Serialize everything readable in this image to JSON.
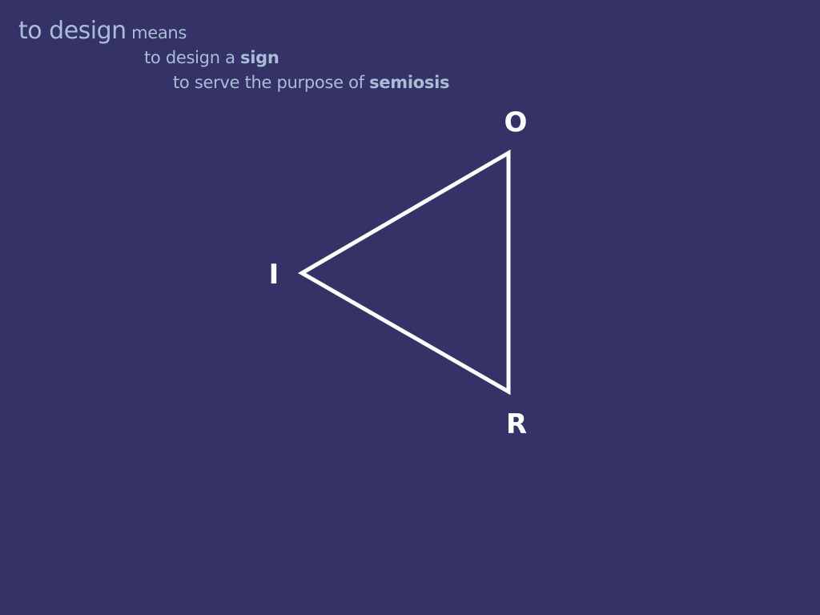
{
  "heading": {
    "line1": {
      "emphasis": "to design",
      "rest": " means"
    },
    "line2": {
      "text": "to design a ",
      "bold": "sign"
    },
    "line3": {
      "text": "to serve the purpose of ",
      "bold": "semiosis"
    }
  },
  "diagram": {
    "vertices": {
      "top": "O",
      "left": "I",
      "bottom": "R"
    }
  },
  "colors": {
    "background": "#343266",
    "text": "#a9bdd6",
    "diagram": "#ffffff"
  }
}
